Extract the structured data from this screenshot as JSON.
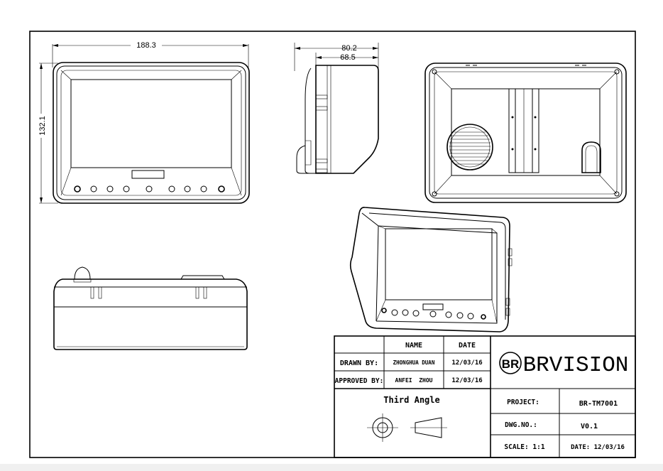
{
  "dimensions": {
    "front_width": "188.3",
    "front_height": "132.1",
    "side_depth_total": "80.2",
    "side_depth_body": "68.5"
  },
  "title_block": {
    "col_name": "NAME",
    "col_date": "DATE",
    "drawn_by_label": "DRAWN BY:",
    "drawn_by_name": "ZHONGHUA DUAN",
    "drawn_by_date": "12/03/16",
    "approved_by_label": "APPROVED BY:",
    "approved_by_name": "ANFEI  ZHOU",
    "approved_by_date": "12/03/16",
    "projection": "Third Angle",
    "logo_mark": "BR",
    "company": "BRVISION",
    "project_label": "PROJECT:",
    "project_value": "BR-TM7001",
    "dwg_no_label": "DWG.NO.:",
    "dwg_no_value": "V0.1",
    "scale_label": "SCALE: 1:1",
    "date_label": "DATE: 12/03/16"
  }
}
